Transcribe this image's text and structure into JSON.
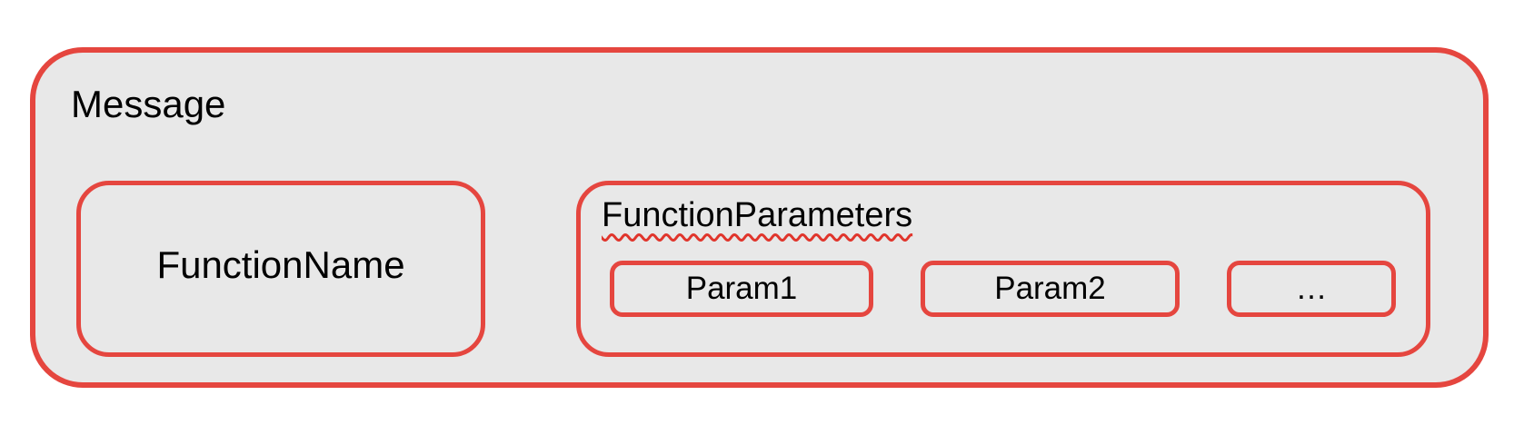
{
  "colors": {
    "border_red": "#e5463f",
    "squiggle_red": "#e0352c",
    "box_fill_gray": "#e8e8e8",
    "text_black": "#000000",
    "page_background": "#ffffff"
  },
  "message": {
    "label": "Message",
    "function_name": {
      "label": "FunctionName"
    },
    "function_parameters": {
      "label": "FunctionParameters",
      "params": [
        "Param1",
        "Param2",
        "…"
      ]
    }
  }
}
